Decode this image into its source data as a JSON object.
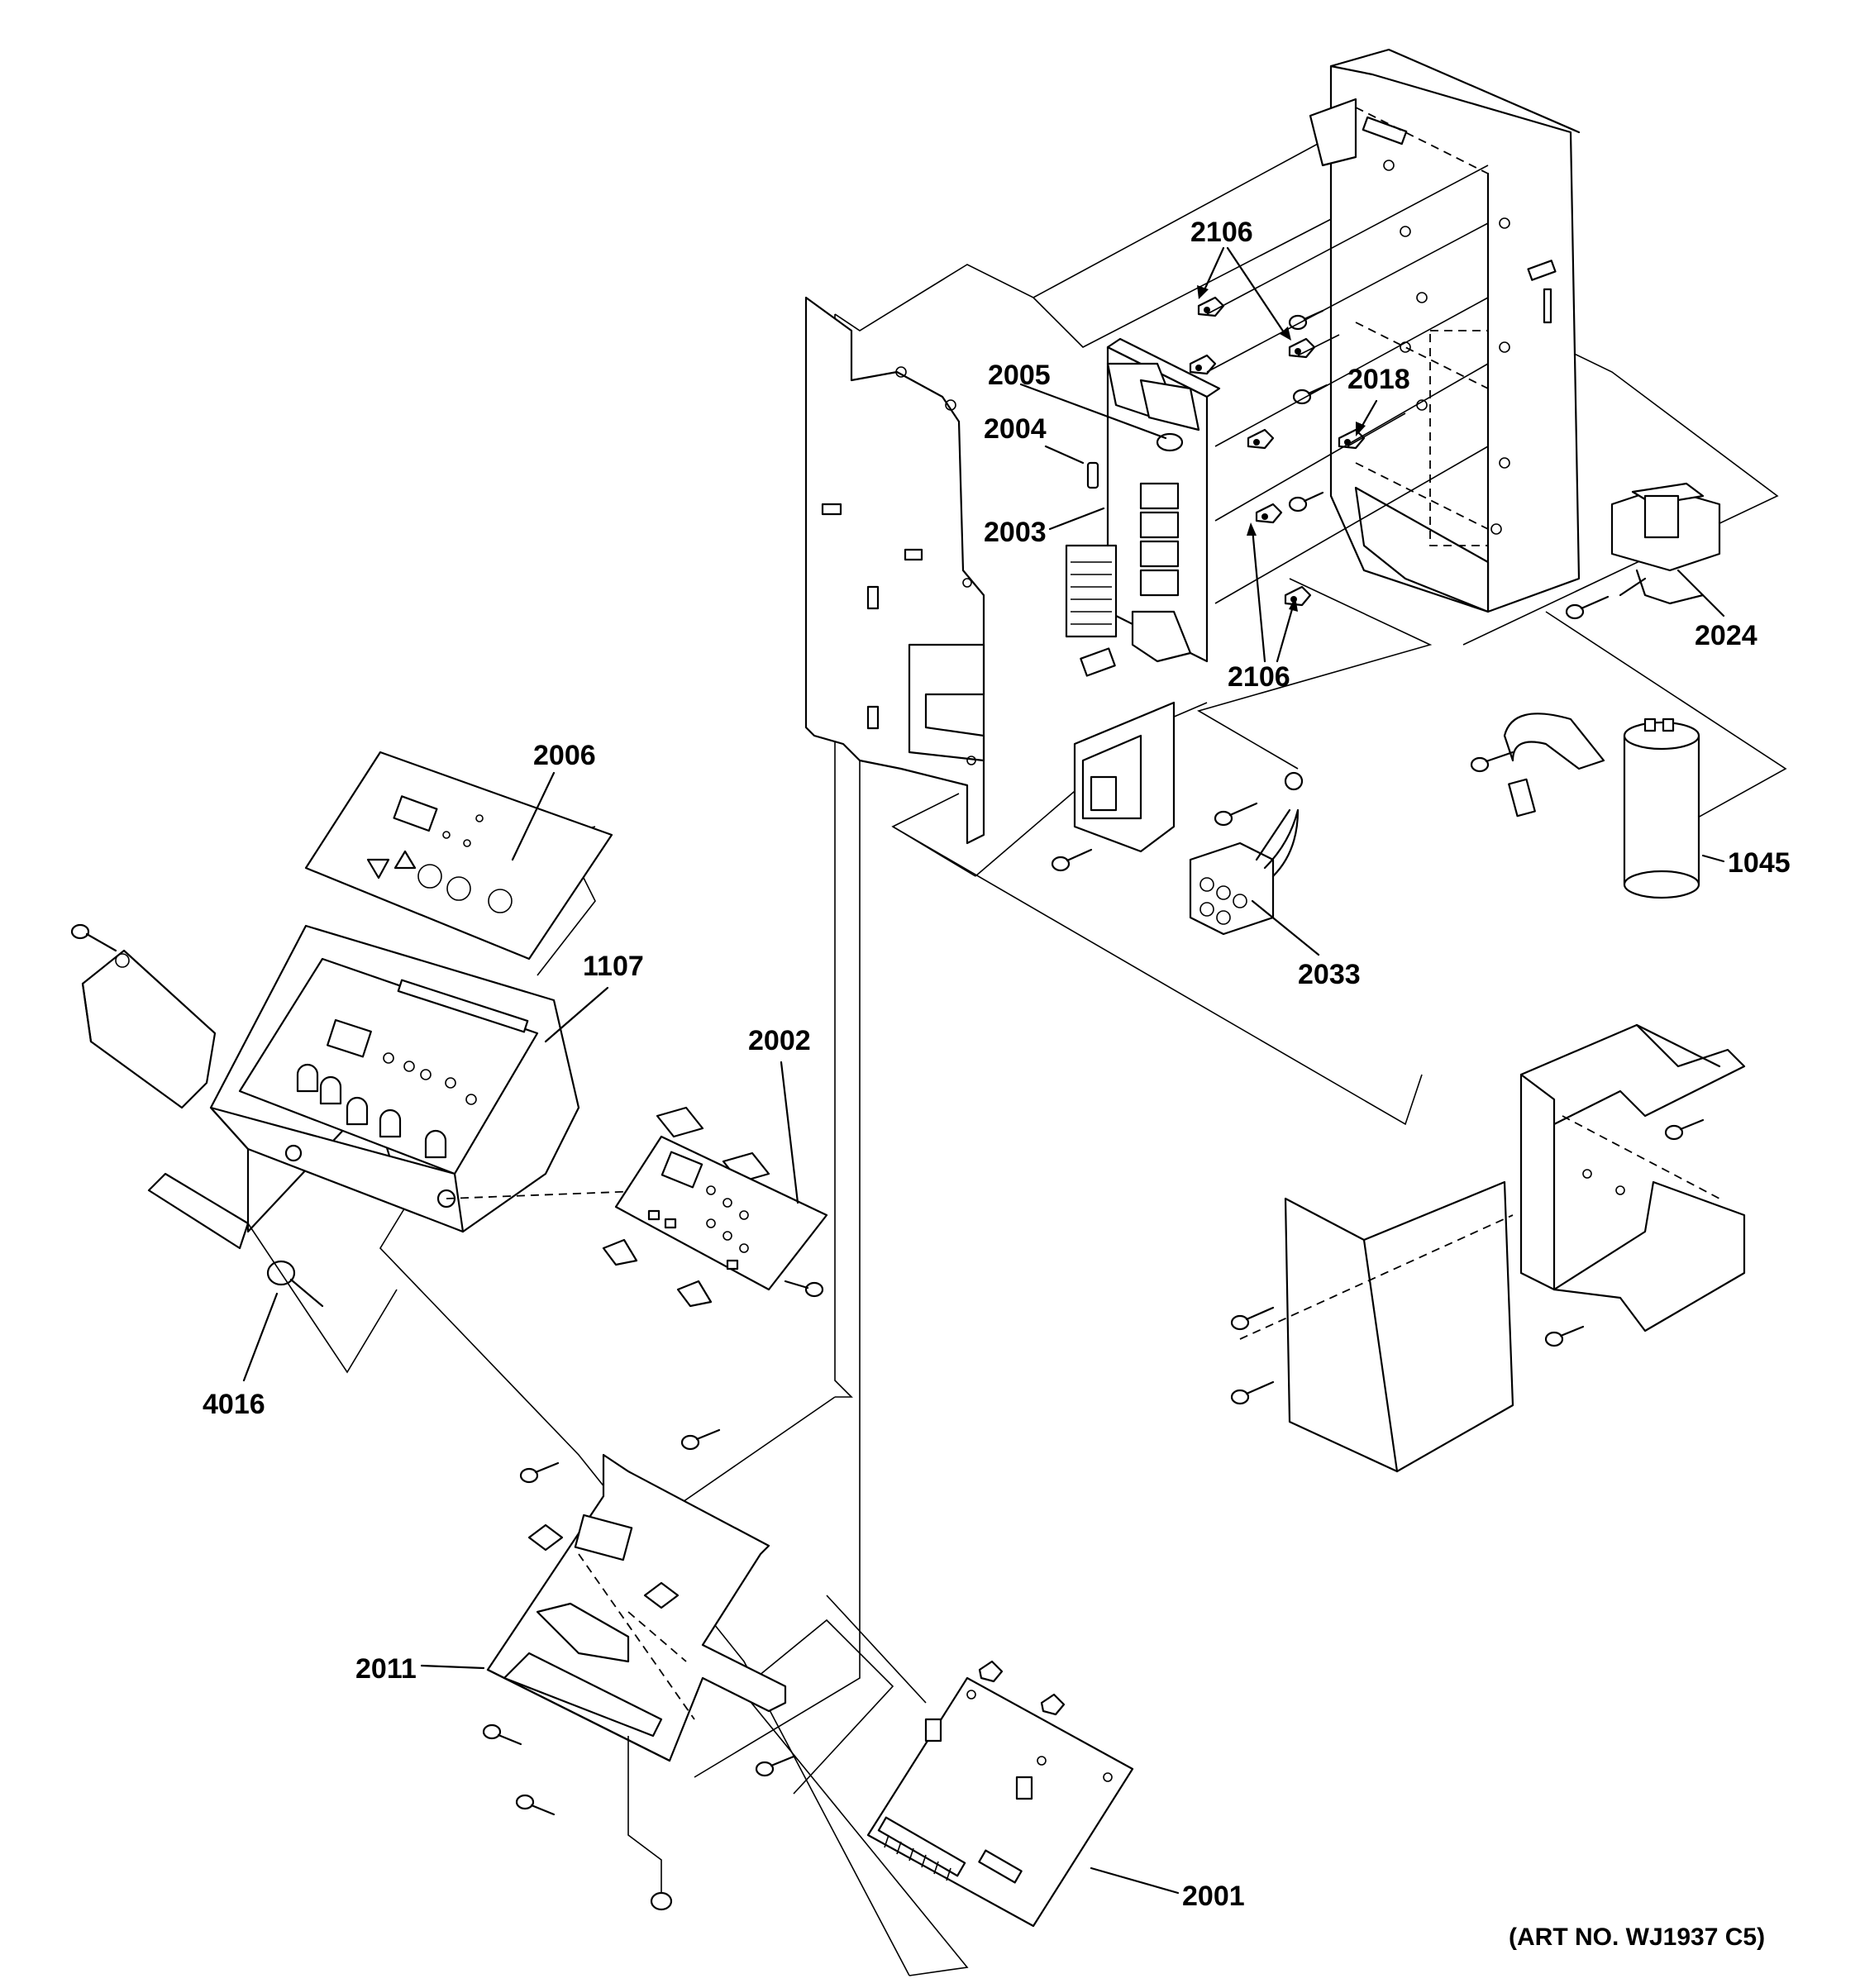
{
  "labels": {
    "p2106_top": "2106",
    "p2005": "2005",
    "p2004": "2004",
    "p2018": "2018",
    "p2003": "2003",
    "p2024": "2024",
    "p2106_bot": "2106",
    "p2006": "2006",
    "p1045": "1045",
    "p1107": "1107",
    "p2033": "2033",
    "p2002": "2002",
    "p4016": "4016",
    "p2011": "2011",
    "p2001": "2001"
  },
  "art_number": "(ART NO. WJ1937 C5)"
}
